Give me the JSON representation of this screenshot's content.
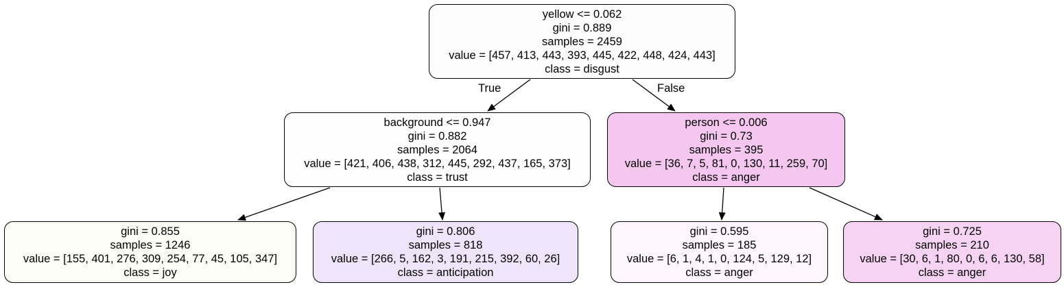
{
  "tree": {
    "root": {
      "split": "yellow <= 0.062",
      "gini": "gini = 0.889",
      "samples": "samples = 2459",
      "value": "value = [457, 413, 443, 393, 445, 422, 448, 424, 443]",
      "class": "class = disgust",
      "color": "#fdfdfe"
    },
    "left": {
      "split": "background <= 0.947",
      "gini": "gini = 0.882",
      "samples": "samples = 2064",
      "value": "value = [421, 406, 438, 312, 445, 292, 437, 165, 373]",
      "class": "class = trust",
      "color": "#fefefe"
    },
    "right": {
      "split": "person <= 0.006",
      "gini": "gini = 0.73",
      "samples": "samples = 395",
      "value": "value = [36, 7, 5, 81, 0, 130, 11, 259, 70]",
      "class": "class = anger",
      "color": "#f5c7f0"
    },
    "left_left": {
      "gini": "gini = 0.855",
      "samples": "samples = 1246",
      "value": "value = [155, 401, 276, 309, 254, 77, 45, 105, 347]",
      "class": "class = joy",
      "color": "#fcfdf7"
    },
    "left_right": {
      "gini": "gini = 0.806",
      "samples": "samples = 818",
      "value": "value = [266, 5, 162, 3, 191, 215, 392, 60, 26]",
      "class": "class = anticipation",
      "color": "#efe5fb"
    },
    "right_left": {
      "gini": "gini = 0.595",
      "samples": "samples = 185",
      "value": "value = [6, 1, 4, 1, 0, 124, 5, 129, 12]",
      "class": "class = anger",
      "color": "#fef6fd"
    },
    "right_right": {
      "gini": "gini = 0.725",
      "samples": "samples = 210",
      "value": "value = [30, 6, 1, 80, 0, 6, 6, 130, 58]",
      "class": "class = anger",
      "color": "#f7d3f3"
    },
    "edge_labels": {
      "true": "True",
      "false": "False"
    }
  }
}
